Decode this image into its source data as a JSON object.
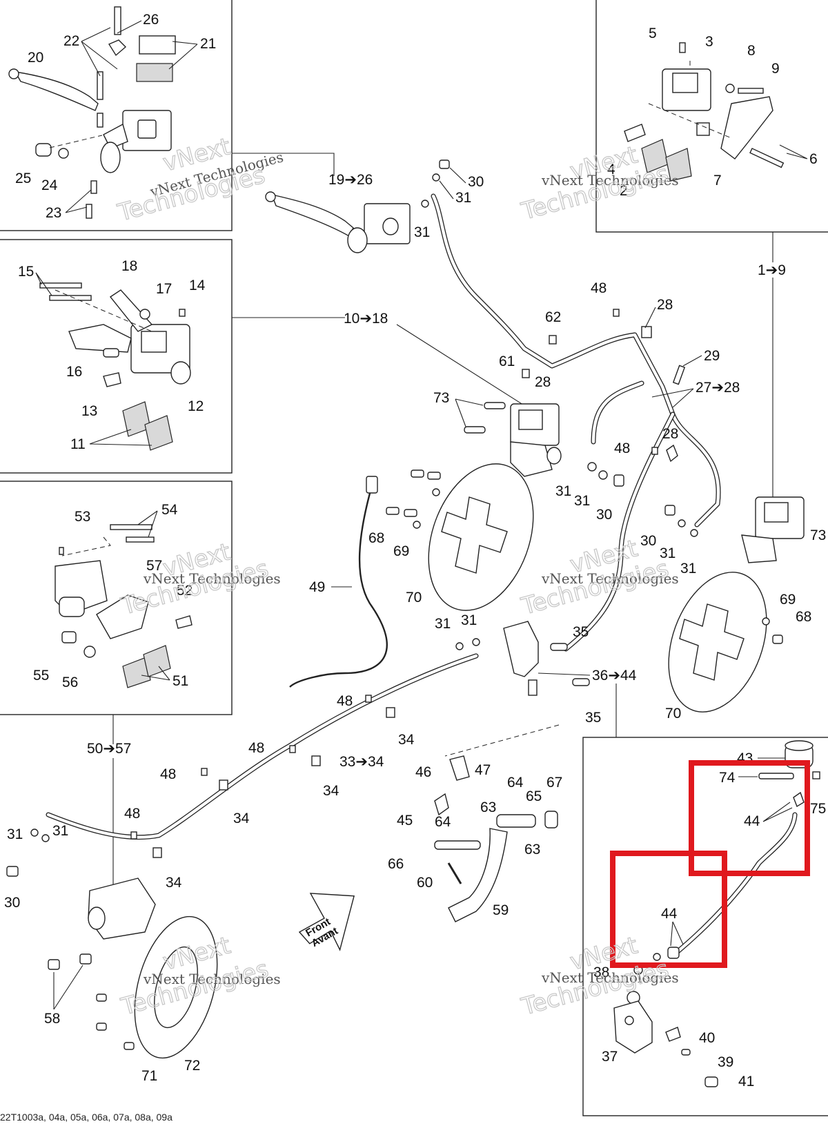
{
  "labels": {
    "c20": "20",
    "c22": "22",
    "c26": "26",
    "c21": "21",
    "c25": "25",
    "c24": "24",
    "c23": "23",
    "c15": "15",
    "c18": "18",
    "c17": "17",
    "c14": "14",
    "c16": "16",
    "c12": "12",
    "c13": "13",
    "c11": "11",
    "c53": "53",
    "c54": "54",
    "c57": "57",
    "c52": "52",
    "c55": "55",
    "c56": "56",
    "c51": "51",
    "c5": "5",
    "c3": "3",
    "c8": "8",
    "c9": "9",
    "c4": "4",
    "c2": "2",
    "c7": "7",
    "c6": "6",
    "r19_26": "19➔26",
    "r30a": "30",
    "r31a": "31",
    "r31b": "31",
    "r1_9": "1➔9",
    "r10_18": "10➔18",
    "c48a": "48",
    "c28a": "28",
    "c62": "62",
    "c61": "61",
    "c28b": "28",
    "c29": "29",
    "r27_28": "27➔28",
    "c73a": "73",
    "c48b": "48",
    "c28c": "28",
    "c31c": "31",
    "c31d": "31",
    "c30b": "30",
    "c68a": "68",
    "c69a": "69",
    "c70a": "70",
    "c30c": "30",
    "c31e": "31",
    "c31f": "31",
    "c73b": "73",
    "c49": "49",
    "c69b": "69",
    "c68b": "68",
    "c70b": "70",
    "c31g": "31",
    "c31h": "31",
    "c35a": "35",
    "r36_44": "36➔44",
    "c35b": "35",
    "c48c": "48",
    "c34a": "34",
    "c48d": "48",
    "r33_34": "33➔34",
    "c34b": "34",
    "c48e": "48",
    "c34c": "34",
    "r50_57": "50➔57",
    "c48f": "48",
    "c34d": "34",
    "c31i": "31",
    "c31j": "31",
    "c30d": "30",
    "c46": "46",
    "c47": "47",
    "c64a": "64",
    "c67": "67",
    "c65": "65",
    "c45": "45",
    "c63a": "63",
    "c64b": "64",
    "c63b": "63",
    "c66": "66",
    "c60": "60",
    "c59": "59",
    "c58": "58",
    "c72": "72",
    "c71": "71",
    "c43": "43",
    "c74": "74",
    "c75": "75",
    "c44a": "44",
    "c44b": "44",
    "c38": "38",
    "c40": "40",
    "c37": "37",
    "c39": "39",
    "c41": "41"
  },
  "front_arrow": {
    "line1": "Front",
    "line2": "Avant"
  },
  "watermark": {
    "company": "vNext Technologies",
    "large": "vNext",
    "large2": "Technologies"
  },
  "footer": "22T1003a, 04a, 05a, 06a, 07a, 08a, 09a",
  "colors": {
    "highlight": "#e0191e",
    "line": "#222222",
    "background": "#ffffff"
  }
}
